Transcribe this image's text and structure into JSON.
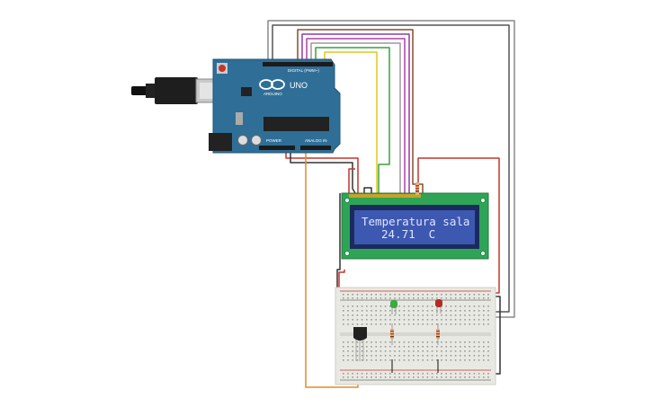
{
  "arduino": {
    "model_label": "UNO",
    "brand_label": "ARDUINO",
    "digital_label": "DIGITAL (PWM~)",
    "power_label": "POWER",
    "analog_label": "ANALOG IN"
  },
  "lcd": {
    "line1": "Temperatura sala",
    "line2": "24.71  C"
  },
  "colors": {
    "board_blue": "#2f6f97",
    "lcd_green": "#2fa456",
    "lcd_screen": "#3d58b0",
    "breadboard": "#e9e9e4",
    "wire_red": "#c3362b",
    "wire_black": "#333333",
    "wire_orange": "#e08a2a",
    "led_green": "#3caa3c",
    "led_red": "#b52a22"
  }
}
